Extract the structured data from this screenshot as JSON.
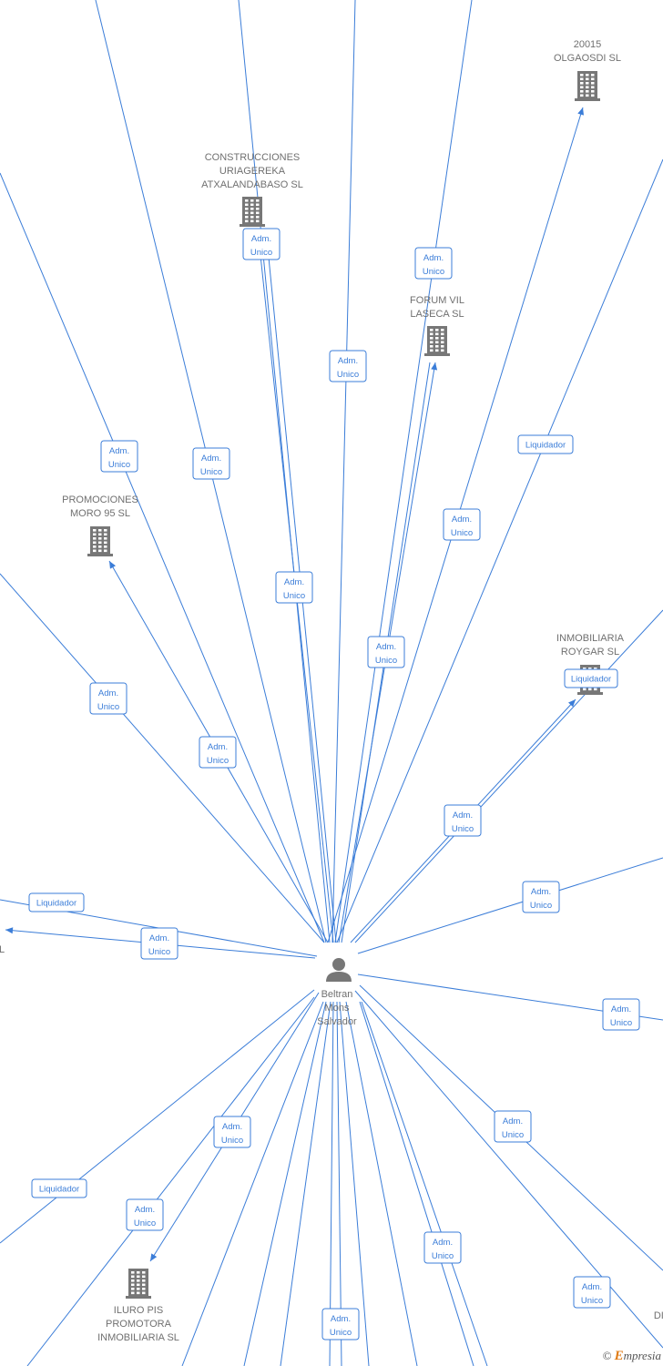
{
  "center": {
    "name": "person",
    "label": [
      "Beltran",
      "Mons",
      "Salvador"
    ]
  },
  "companies": [
    {
      "id": "20015",
      "label": [
        "20015",
        "OLGAOSDI SL"
      ]
    },
    {
      "id": "construcciones",
      "label": [
        "CONSTRUCCIONES",
        "URIAGEREKA",
        "ATXALANDABASO SL"
      ]
    },
    {
      "id": "forum",
      "label": [
        "FORUM VIL",
        "LASECA SL"
      ]
    },
    {
      "id": "promociones",
      "label": [
        "PROMOCIONES",
        "MORO 95 SL"
      ]
    },
    {
      "id": "roygar",
      "label": [
        "INMOBILIARIA",
        "ROYGAR SL"
      ]
    },
    {
      "id": "iluro",
      "label": [
        "ILURO PIS",
        "PROMOTORA",
        "INMOBILIARIA SL"
      ]
    },
    {
      "id": "dis_partial",
      "label": [
        "DIS"
      ]
    },
    {
      "id": "left_partial",
      "label": [
        "L"
      ]
    }
  ],
  "relations": [
    {
      "id": "r1",
      "label": [
        "Adm.",
        "Unico"
      ]
    },
    {
      "id": "r2",
      "label": [
        "Adm.",
        "Unico"
      ]
    },
    {
      "id": "r3",
      "label": [
        "Adm.",
        "Unico"
      ]
    },
    {
      "id": "r4",
      "label": [
        "Liquidador"
      ]
    },
    {
      "id": "r5",
      "label": [
        "Adm.",
        "Unico"
      ]
    },
    {
      "id": "r6",
      "label": [
        "Adm.",
        "Unico"
      ]
    },
    {
      "id": "r7",
      "label": [
        "Adm.",
        "Unico"
      ]
    },
    {
      "id": "r8",
      "label": [
        "Adm.",
        "Unico"
      ]
    },
    {
      "id": "r9",
      "label": [
        "Adm.",
        "Unico"
      ]
    },
    {
      "id": "r10",
      "label": [
        "Liquidador"
      ]
    },
    {
      "id": "r11",
      "label": [
        "Adm.",
        "Unico"
      ]
    },
    {
      "id": "r12",
      "label": [
        "Adm.",
        "Unico"
      ]
    },
    {
      "id": "r13",
      "label": [
        "Adm.",
        "Unico"
      ]
    },
    {
      "id": "r14",
      "label": [
        "Adm.",
        "Unico"
      ]
    },
    {
      "id": "r15",
      "label": [
        "Liquidador"
      ]
    },
    {
      "id": "r16",
      "label": [
        "Adm.",
        "Unico"
      ]
    },
    {
      "id": "r17",
      "label": [
        "Adm.",
        "Unico"
      ]
    },
    {
      "id": "r18",
      "label": [
        "Adm.",
        "Unico"
      ]
    },
    {
      "id": "r19",
      "label": [
        "Liquidador"
      ]
    },
    {
      "id": "r20",
      "label": [
        "Adm.",
        "Unico"
      ]
    },
    {
      "id": "r21",
      "label": [
        "Adm.",
        "Unico"
      ]
    },
    {
      "id": "r22",
      "label": [
        "Adm.",
        "Unico"
      ]
    },
    {
      "id": "r23",
      "label": [
        "Adm.",
        "Unico"
      ]
    },
    {
      "id": "r24",
      "label": [
        "Adm.",
        "Unico"
      ]
    }
  ],
  "footer": {
    "copyright": "©",
    "brand_e": "E",
    "brand_rest": "mpresia"
  },
  "colors": {
    "edge": "#3b7dd8",
    "node": "#777777",
    "label": "#707070",
    "brand": "#e07b14"
  },
  "icons": {
    "company": "building-icon",
    "person": "person-icon"
  }
}
